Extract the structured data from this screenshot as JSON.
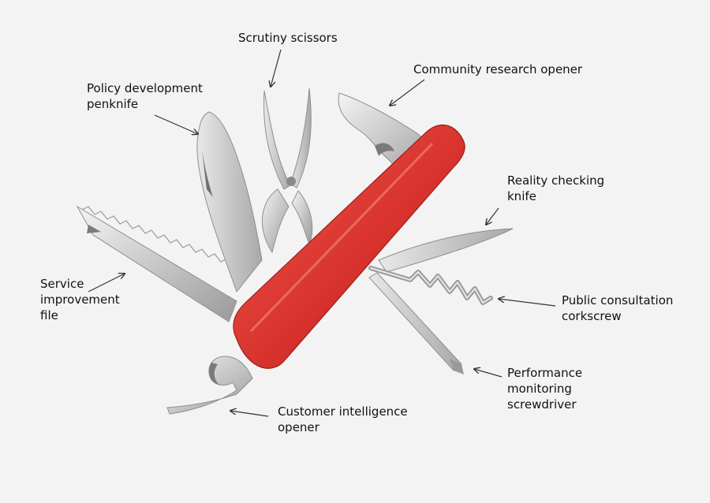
{
  "labels": {
    "scrutiny_scissors": [
      "Scrutiny scissors"
    ],
    "community_research_opener": [
      "Community research opener"
    ],
    "policy_development_penknife": [
      "Policy development",
      "penknife"
    ],
    "reality_checking_knife": [
      "Reality checking",
      "knife"
    ],
    "service_improvement_file": [
      "Service",
      "improvement",
      "file"
    ],
    "public_consultation_corkscrew": [
      "Public consultation",
      "corkscrew"
    ],
    "performance_monitoring_screwdriver": [
      "Performance",
      "monitoring",
      "screwdriver"
    ],
    "customer_intelligence_opener": [
      "Customer intelligence",
      "opener"
    ]
  },
  "colors": {
    "background": "#f3f3f3",
    "handle": "#d9302c",
    "metal": "#c9c9c9",
    "metal_dark": "#8f8f8f",
    "label_text": "#111111",
    "arrow": "#333333"
  }
}
